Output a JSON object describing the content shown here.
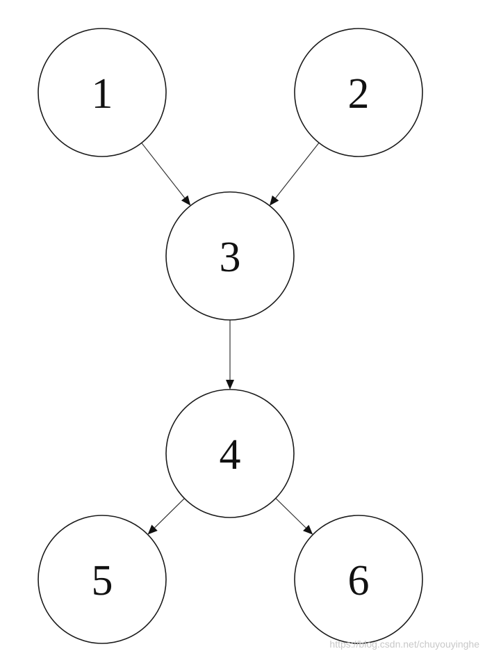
{
  "diagram": {
    "nodes": [
      {
        "id": "1",
        "label": "1"
      },
      {
        "id": "2",
        "label": "2"
      },
      {
        "id": "3",
        "label": "3"
      },
      {
        "id": "4",
        "label": "4"
      },
      {
        "id": "5",
        "label": "5"
      },
      {
        "id": "6",
        "label": "6"
      }
    ],
    "edges": [
      {
        "from": "1",
        "to": "3"
      },
      {
        "from": "2",
        "to": "3"
      },
      {
        "from": "3",
        "to": "4"
      },
      {
        "from": "4",
        "to": "5"
      },
      {
        "from": "4",
        "to": "6"
      }
    ]
  },
  "watermark": "https://blog.csdn.net/chuyouyinghe"
}
